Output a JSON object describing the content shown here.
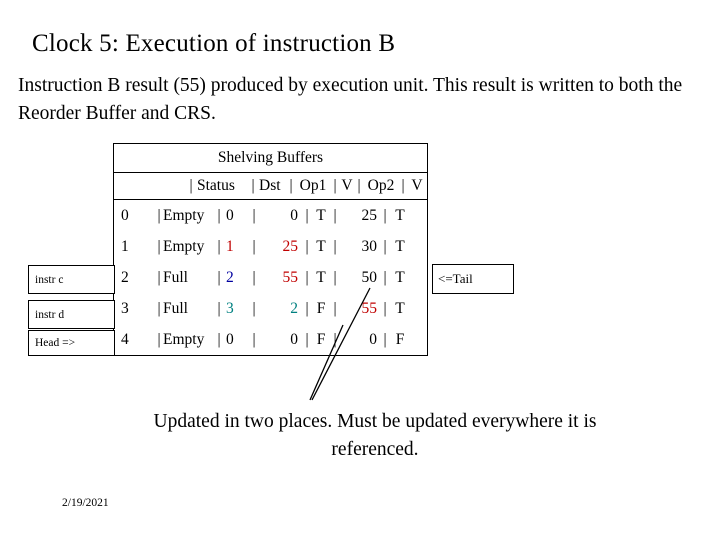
{
  "slide": {
    "title": "Clock 5:  Execution of instruction B",
    "paragraph": "Instruction B result (55)  produced by execution unit.  This result is written to both the Reorder Buffer and CRS.",
    "caption": "Updated in two places.  Must be updated everywhere it is referenced.",
    "date": "2/19/2021"
  },
  "table": {
    "title": "Shelving Buffers",
    "headers": {
      "bar1": "|",
      "status": "Status",
      "bar2": "|",
      "dst": "Dst",
      "bar3": "|",
      "op1": "Op1",
      "bar4": "|",
      "v1": "V",
      "bar5": "|",
      "op2": "Op2",
      "bar6": "|",
      "v2": "V"
    },
    "rows": [
      {
        "idx": "0",
        "status": "Empty",
        "dst": "0",
        "op1": "0",
        "v1": "T",
        "op2": "25",
        "v2": "T",
        "dst_color": "black",
        "op1_color": "black",
        "op2_color": "black"
      },
      {
        "idx": "1",
        "status": "Empty",
        "dst": "1",
        "op1": "25",
        "v1": "T",
        "op2": "30",
        "v2": "T",
        "dst_color": "red",
        "op1_color": "red",
        "op2_color": "black"
      },
      {
        "idx": "2",
        "status": "Full",
        "dst": "2",
        "op1": "55",
        "v1": "T",
        "op2": "50",
        "v2": "T",
        "dst_color": "blue",
        "op1_color": "red",
        "op2_color": "black"
      },
      {
        "idx": "3",
        "status": "Full",
        "dst": "3",
        "op1": "2",
        "v1": "F",
        "op2": "55",
        "v2": "T",
        "dst_color": "teal",
        "op1_color": "teal",
        "op2_color": "red"
      },
      {
        "idx": "4",
        "status": "Empty",
        "dst": "0",
        "op1": "0",
        "v1": "F",
        "op2": "0",
        "v2": "F",
        "dst_color": "black",
        "op1_color": "black",
        "op2_color": "black"
      }
    ]
  },
  "markers": {
    "instr_c": "instr  c",
    "instr_d": "instr  d",
    "head": "Head =>",
    "tail": "<=Tail"
  },
  "colors": {
    "red": "#c00000",
    "teal": "#008080",
    "blue": "#0000a0",
    "border": "#000000"
  }
}
